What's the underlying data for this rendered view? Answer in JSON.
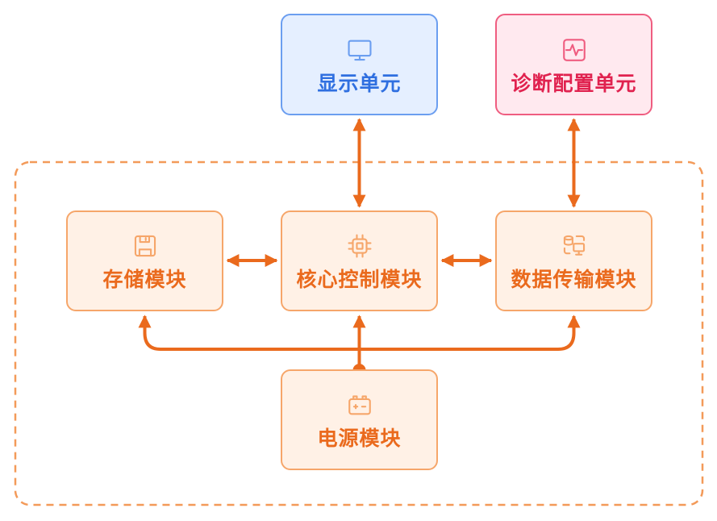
{
  "colors": {
    "orange_stroke": "#ea6a1d",
    "orange_fill": "#fff1e6",
    "blue_fill": "#e5efff",
    "blue_text": "#2f6fe0",
    "red_fill": "#ffe9ef",
    "red_text": "#e0224f"
  },
  "nodes": {
    "display": {
      "label": "显示单元",
      "icon": "monitor-icon"
    },
    "diag": {
      "label": "诊断配置单元",
      "icon": "pulse-monitor-icon"
    },
    "storage": {
      "label": "存储模块",
      "icon": "floppy-disk-icon"
    },
    "core": {
      "label": "核心控制模块",
      "icon": "cpu-chip-icon"
    },
    "data": {
      "label": "数据传输模块",
      "icon": "data-transfer-icon"
    },
    "power": {
      "label": "电源模块",
      "icon": "battery-icon"
    }
  },
  "edges": [
    {
      "from": "display",
      "to": "core",
      "bidirectional": true
    },
    {
      "from": "diag",
      "to": "data",
      "bidirectional": true
    },
    {
      "from": "storage",
      "to": "core",
      "bidirectional": true
    },
    {
      "from": "core",
      "to": "data",
      "bidirectional": true
    },
    {
      "from": "power",
      "to": "storage",
      "bidirectional": false
    },
    {
      "from": "power",
      "to": "core",
      "bidirectional": false
    },
    {
      "from": "power",
      "to": "data",
      "bidirectional": false
    }
  ]
}
